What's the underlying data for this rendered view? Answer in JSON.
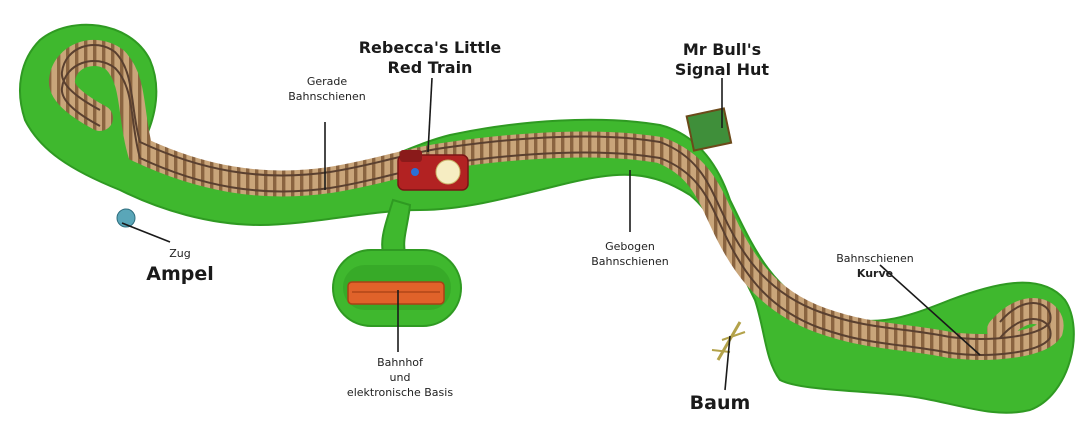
{
  "labels": {
    "train": [
      "Rebecca's Little",
      "Red Train"
    ],
    "signal_hut": [
      "Mr Bull's",
      "Signal Hut"
    ],
    "straight_tracks": [
      "Gerade",
      "Bahnschienen"
    ],
    "curved_tracks": [
      "Gebogen",
      "Bahnschienen"
    ],
    "curve": [
      "Bahnschienen",
      "Kurve"
    ],
    "signal_small": "Zug",
    "signal_big": "Ampel",
    "station": [
      "Bahnhof",
      "und",
      "elektronische Basis"
    ],
    "tree": "Baum"
  },
  "colors": {
    "grass": "#3fb82e",
    "grass_dark": "#2f9a22",
    "track_bed": "#c9a57a",
    "sleeper": "#8a6440",
    "rail": "#5a4030",
    "train": "#b22222",
    "station": "#e0622a",
    "hut": "#3f8f3a"
  }
}
